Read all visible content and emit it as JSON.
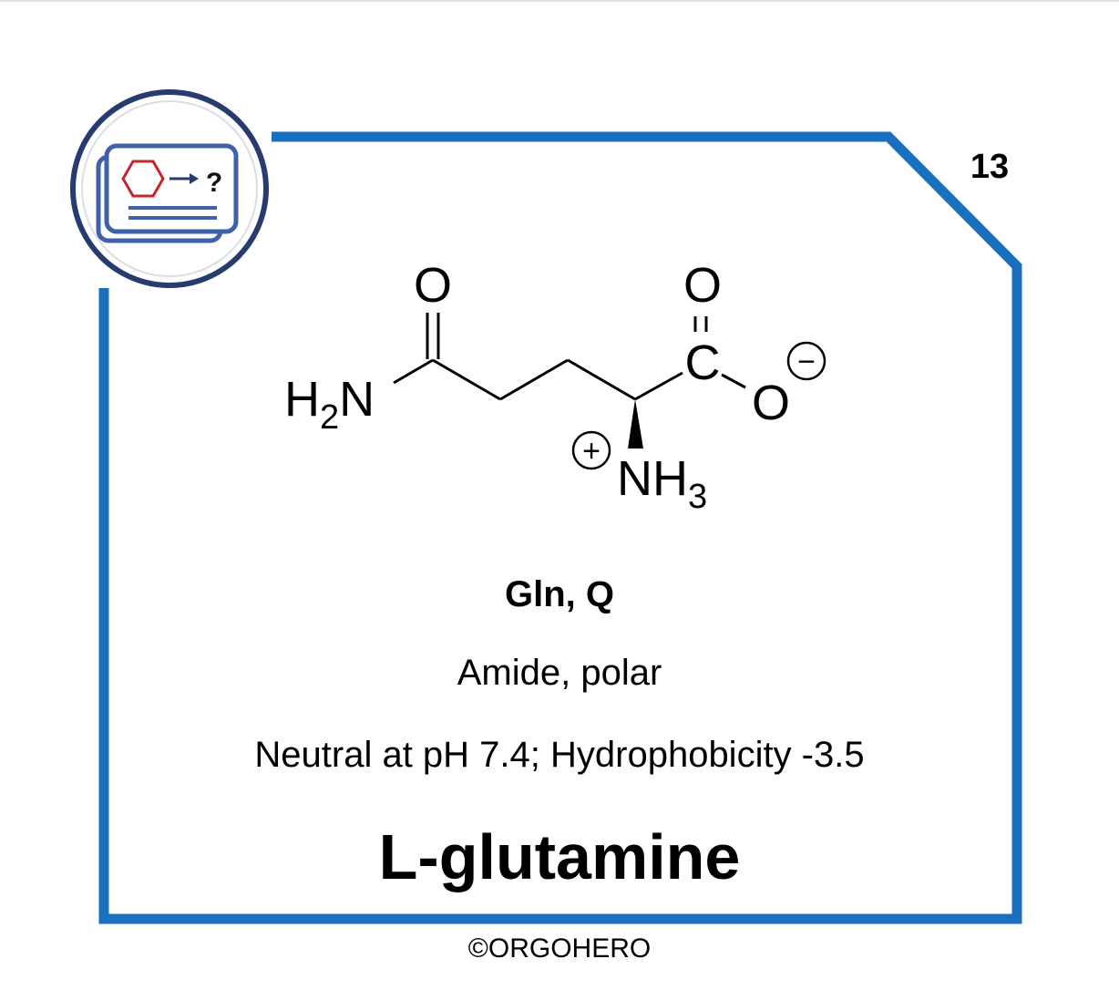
{
  "card": {
    "number": "13",
    "abbreviation": "Gln, Q",
    "classification": "Amide, polar",
    "properties": "Neutral at pH 7.4; Hydrophobicity -3.5",
    "name": "L-glutamine",
    "copyright": "©ORGOHERO",
    "border_color": "#1b6fbf"
  },
  "molecule": {
    "amide_n": "H",
    "amide_n_sub": "2",
    "amide_n_tail": "N",
    "amide_o": "O",
    "acid_c": "C",
    "acid_o_double": "O",
    "acid_o_single": "O",
    "ammonium": "NH",
    "ammonium_sub": "3",
    "plus_charge": "+",
    "minus_charge": "−"
  },
  "logo": {
    "question_mark": "?"
  }
}
